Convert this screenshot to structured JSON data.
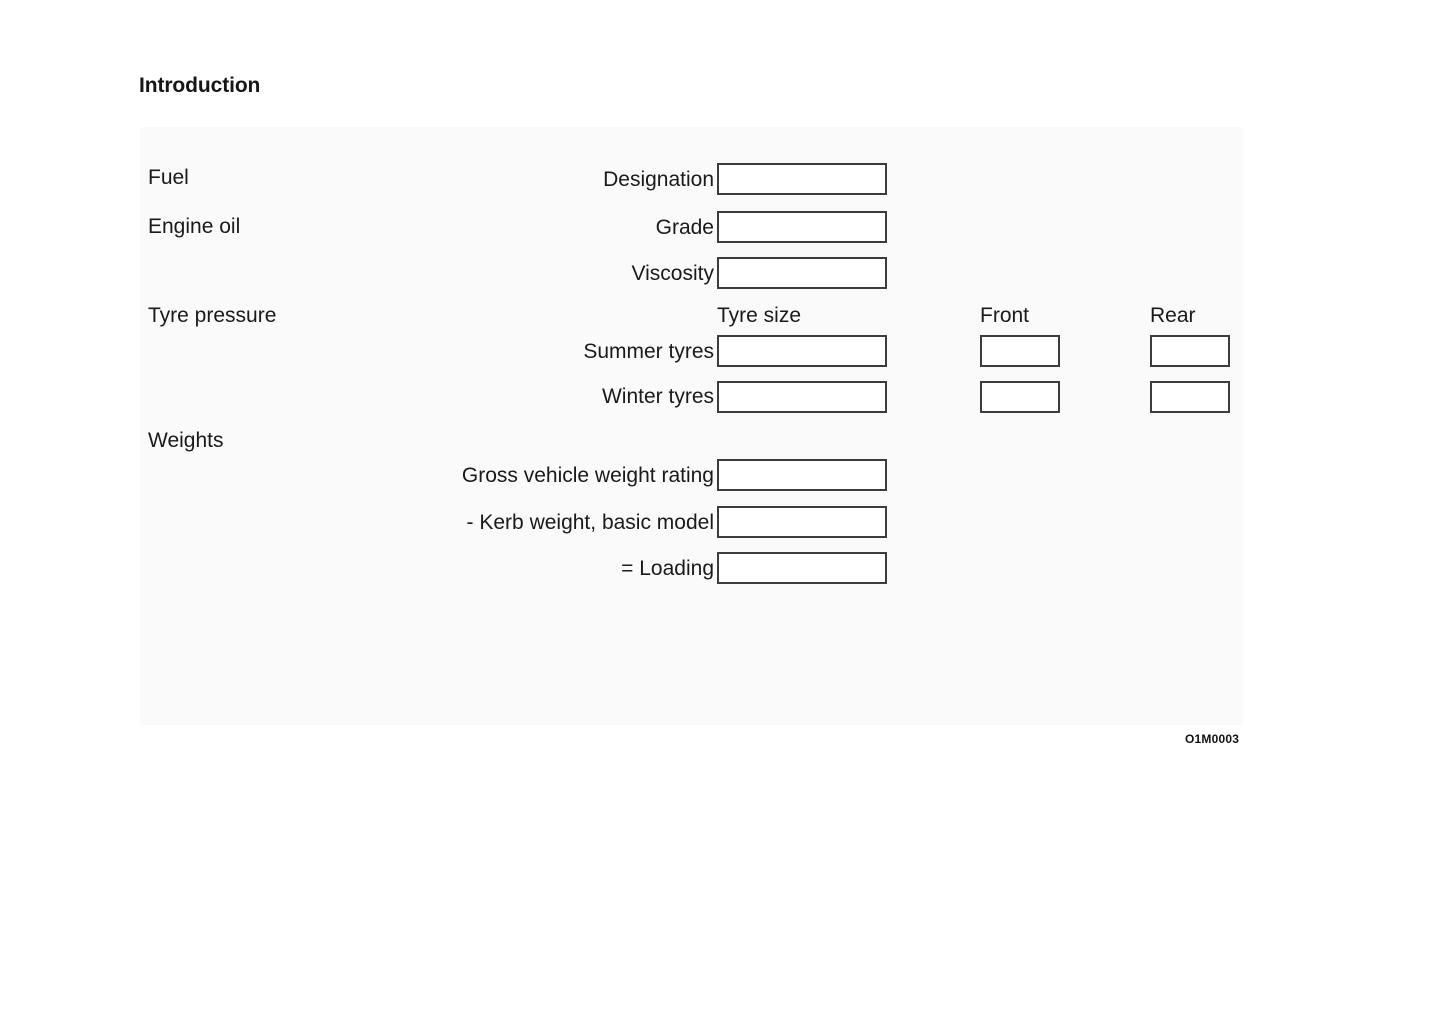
{
  "document": {
    "title": "Introduction",
    "reference_code": "O1M0003"
  },
  "colors": {
    "panel_background": "#fbfafb",
    "page_background": "#ffffff",
    "field_border": "#3c3c3c",
    "field_fill": "#ffffff",
    "text": "#1a1a1a"
  },
  "form": {
    "column_headers": {
      "tyre_size": "Tyre size",
      "front": "Front",
      "rear": "Rear"
    },
    "sections": [
      {
        "label": "Fuel"
      },
      {
        "label": "Engine oil"
      },
      {
        "label": "Tyre pressure"
      },
      {
        "label": "Weights"
      }
    ],
    "fields": [
      {
        "label": "Designation",
        "value": "",
        "placeholder": ""
      },
      {
        "label": "Grade",
        "value": "",
        "placeholder": ""
      },
      {
        "label": "Viscosity",
        "value": "",
        "placeholder": ""
      },
      {
        "label": "Summer tyres",
        "value": "",
        "placeholder": "",
        "front": "",
        "rear": ""
      },
      {
        "label": "Winter tyres",
        "value": "",
        "placeholder": "",
        "front": "",
        "rear": ""
      },
      {
        "label": "Gross vehicle weight rating",
        "value": "",
        "placeholder": ""
      },
      {
        "label": "- Kerb weight, basic model",
        "value": "",
        "placeholder": ""
      },
      {
        "label": "= Loading",
        "value": "",
        "placeholder": ""
      }
    ]
  }
}
